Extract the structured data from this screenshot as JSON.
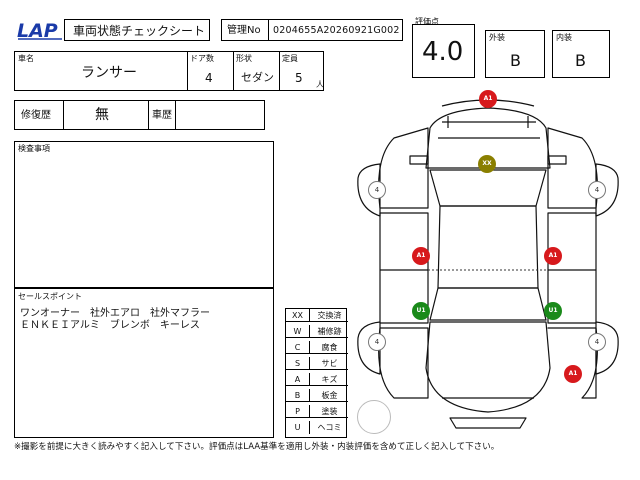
{
  "header": {
    "logo_text": "LAP",
    "doc_title": "車両状態チェックシート",
    "mgmt_label": "管理No",
    "mgmt_number": "0204655A20260921G002"
  },
  "car": {
    "name_label": "車名",
    "name_value": "ランサー",
    "doors_label": "ドア数",
    "doors_value": "4",
    "shape_label": "形状",
    "shape_value": "セダン",
    "capacity_label": "定員",
    "capacity_value": "5",
    "capacity_unit": "人"
  },
  "repair": {
    "history_label": "修復歴",
    "history_value": "無",
    "vehicle_history_label": "車歴",
    "vehicle_history_value": ""
  },
  "grades": {
    "score_label": "評価点",
    "score_value": "4.0",
    "exterior_label": "外装",
    "exterior_value": "B",
    "interior_label": "内装",
    "interior_value": "B"
  },
  "inspection": {
    "label": "検査事項",
    "text": ""
  },
  "sales": {
    "label": "セールスポイント",
    "line1": "ワンオーナー　社外エアロ　社外マフラー",
    "line2": "ＥＮＫＥＩアルミ　ブレンボ　キーレス"
  },
  "legend": [
    {
      "code": "XX",
      "desc": "交換済"
    },
    {
      "code": "W",
      "desc": "補修跡"
    },
    {
      "code": "C",
      "desc": "腐食"
    },
    {
      "code": "S",
      "desc": "サビ"
    },
    {
      "code": "A",
      "desc": "キズ"
    },
    {
      "code": "B",
      "desc": "板金"
    },
    {
      "code": "P",
      "desc": "塗装"
    },
    {
      "code": "U",
      "desc": "ヘコミ"
    }
  ],
  "markers": {
    "a1": "A1",
    "u1": "U1",
    "xx": "XX",
    "tire": "4"
  },
  "colors": {
    "a1": "#d7191c",
    "u1": "#1a8a1a",
    "xx": "#8a7f00"
  },
  "footer": {
    "note": "※撮影を前提に大きく読みやすく記入して下さい。評価点はLAA基準を適用し外装・内装評価を含めて正しく記入して下さい。"
  }
}
